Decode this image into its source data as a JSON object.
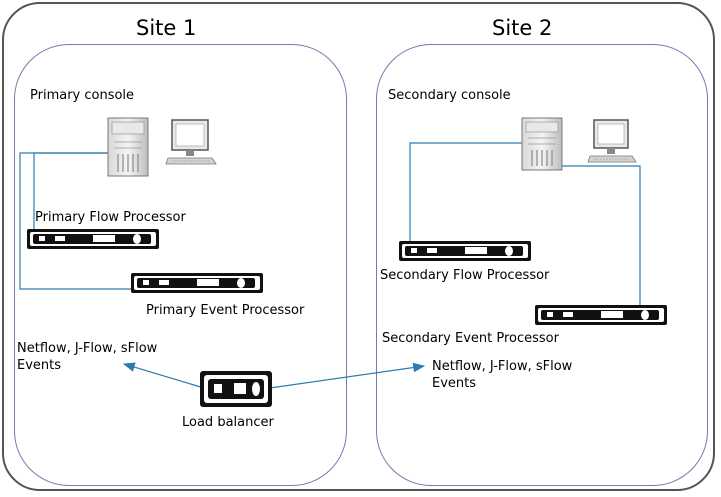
{
  "diagram": {
    "sites": [
      {
        "title": "Site 1",
        "console_label": "Primary console",
        "flow_processor_label": "Primary Flow Processor",
        "event_processor_label": "Primary Event Processor",
        "sources_label_line1": "Netflow, J-Flow, sFlow",
        "sources_label_line2": "Events"
      },
      {
        "title": "Site 2",
        "console_label": "Secondary console",
        "flow_processor_label": "Secondary Flow Processor",
        "event_processor_label": "Secondary Event Processor",
        "sources_label_line1": "Netflow, J-Flow, sFlow",
        "sources_label_line2": "Events"
      }
    ],
    "load_balancer_label": "Load balancer",
    "icons": {
      "server": "server-tower-icon",
      "monitor": "desktop-monitor-icon",
      "appliance": "rack-appliance-icon",
      "arrow": "arrow-icon"
    },
    "colors": {
      "connector": "#2e7bb0",
      "site_border": "#6e7fae",
      "outer_border": "#555555"
    }
  }
}
